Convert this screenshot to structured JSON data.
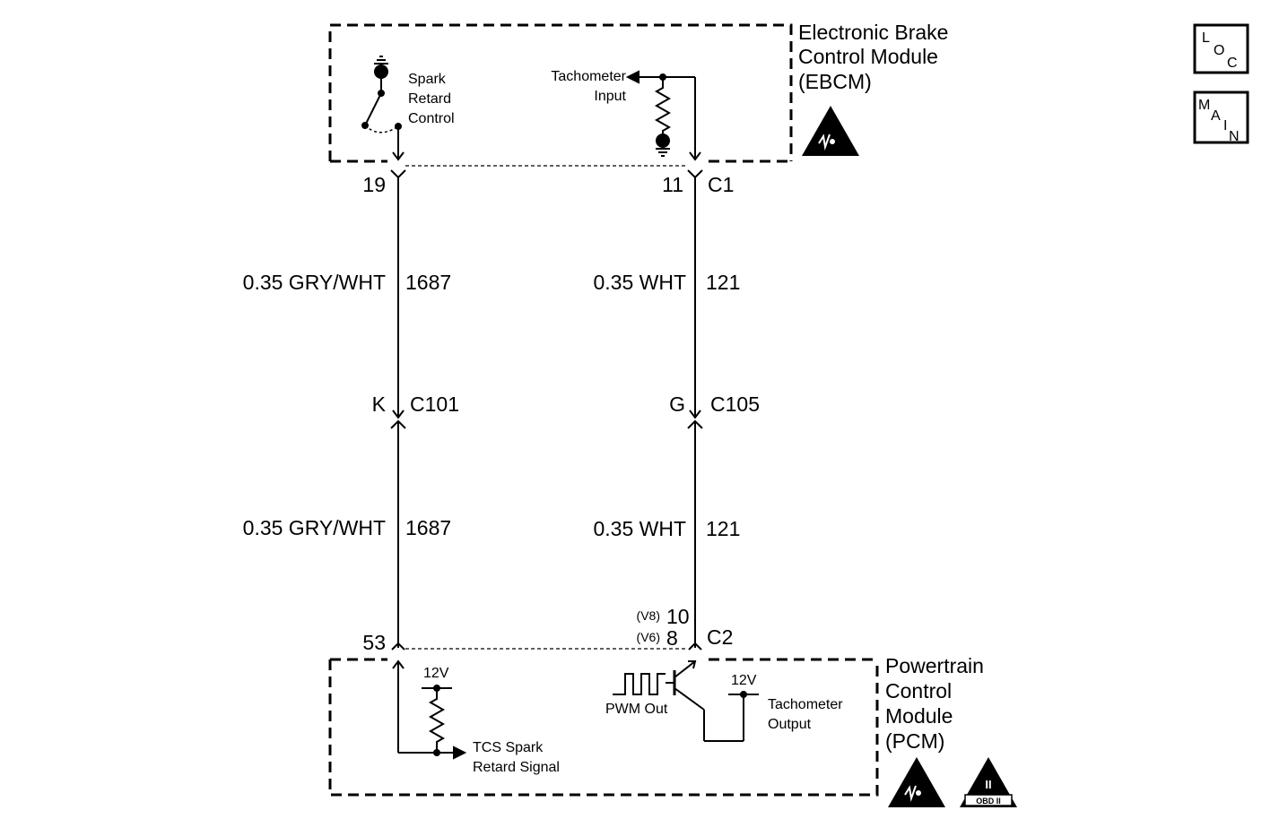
{
  "modules": {
    "ebcm": {
      "name_lines": [
        "Electronic Brake",
        "Control Module",
        "(EBCM)"
      ],
      "spark_label_lines": [
        "Spark",
        "Retard",
        "Control"
      ],
      "tach_label_lines": [
        "Tachometer",
        "Input"
      ]
    },
    "pcm": {
      "name_lines": [
        "Powertrain",
        "Control",
        "Module",
        "(PCM)"
      ],
      "voltage_left": "12V",
      "voltage_right": "12V",
      "tcs_label_lines": [
        "TCS Spark",
        "Retard Signal"
      ],
      "pwm_label": "PWM Out",
      "tach_out_lines": [
        "Tachometer",
        "Output"
      ]
    }
  },
  "pins": {
    "ebcm_left": "19",
    "ebcm_right": "11",
    "ebcm_connector": "C1",
    "c101_pin": "K",
    "c101_name": "C101",
    "c105_pin": "G",
    "c105_name": "C105",
    "pcm_left": "53",
    "pcm_v8_tag": "(V8)",
    "pcm_v8_pin": "10",
    "pcm_v6_tag": "(V6)",
    "pcm_v6_pin": "8",
    "pcm_connector": "C2"
  },
  "wires": {
    "left_upper": {
      "spec": "0.35 GRY/WHT",
      "circuit": "1687"
    },
    "left_lower": {
      "spec": "0.35 GRY/WHT",
      "circuit": "1687"
    },
    "right_upper": {
      "spec": "0.35 WHT",
      "circuit": "121"
    },
    "right_lower": {
      "spec": "0.35 WHT",
      "circuit": "121"
    }
  },
  "badges": {
    "loc": [
      "L",
      "O",
      "C"
    ],
    "main": [
      "M",
      "A",
      "I",
      "N"
    ],
    "obd": {
      "numeral": "II",
      "text": "OBD II"
    }
  }
}
